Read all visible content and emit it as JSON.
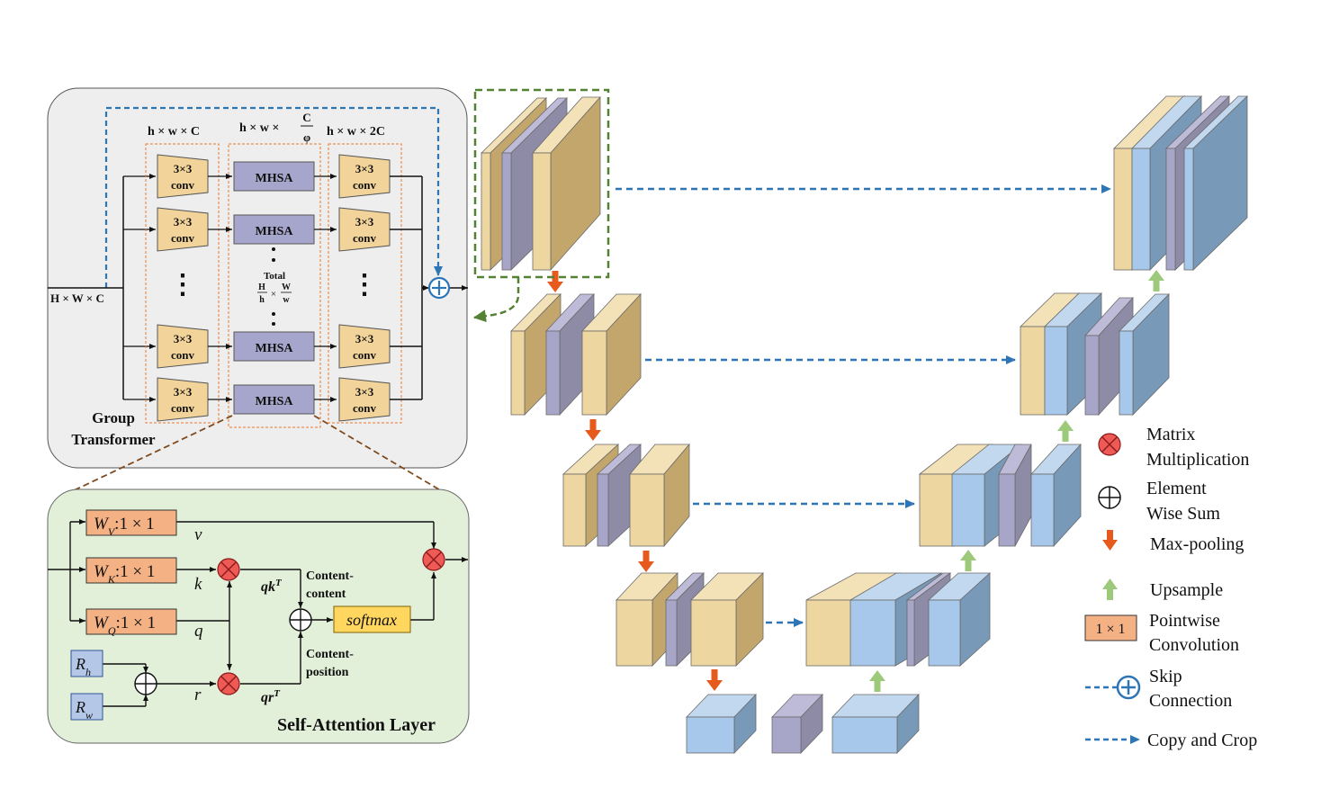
{
  "group_transformer": {
    "title_line1": "Group",
    "title_line2": "Transformer",
    "input_dim": "H × W × C",
    "col1_dim": "h × w × C",
    "col2_dim_prefix": "h × w ×",
    "col2_dim_num": "C",
    "col2_dim_den": "φ",
    "col3_dim": "h × w × 2C",
    "conv_line1": "3×3",
    "conv_line2": "conv",
    "mhsa_label": "MHSA",
    "total_label": "Total",
    "total_h_num": "H",
    "total_h_den": "h",
    "total_times": "×",
    "total_w_num": "W",
    "total_w_den": "w",
    "ellipsis": "⋮"
  },
  "self_attention": {
    "title": "Self-Attention Layer",
    "wv": "W",
    "wv_sub": "V",
    "wk": "W",
    "wk_sub": "K",
    "wq": "W",
    "wq_sub": "Q",
    "kernel": ":1 × 1",
    "rh": "R",
    "rh_sub": "h",
    "rw": "R",
    "rw_sub": "w",
    "v": "v",
    "k": "k",
    "q": "q",
    "r": "r",
    "qk": "qk",
    "qk_sup": "T",
    "qr": "qr",
    "qr_sup": "T",
    "softmax": "softmax",
    "cc_line1": "Content-",
    "cc_line2": "content",
    "cp_line1": "Content-",
    "cp_line2": "position"
  },
  "legend": {
    "matrix_mult_line1": "Matrix",
    "matrix_mult_line2": "Multiplication",
    "elem_sum_line1": "Element",
    "elem_sum_line2": "Wise Sum",
    "maxpool": "Max-pooling",
    "upsample": "Upsample",
    "pointwise_box": "1 × 1",
    "pointwise_line1": "Pointwise",
    "pointwise_line2": "Convolution",
    "skip_line1": "Skip",
    "skip_line2": "Connection",
    "copy_crop": "Copy and Crop"
  },
  "colors": {
    "tan": "#EED6A0",
    "tan_side": "#C3A66C",
    "purple": "#A8A6C8",
    "purple_side": "#8E8BA6",
    "blue": "#A7C8EA",
    "blue_side": "#7899B8",
    "mhsa": "#A6A6CC",
    "conv": "#F2D49A",
    "pointwise": "#F4B183",
    "softmax": "#FFD75E",
    "r_box": "#B4C7E7",
    "mult": "#EE5A55",
    "skip_line": "#2E75B6",
    "crop_box": "#548235",
    "maxpool_arrow": "#E65A1E",
    "upsample_arrow": "#9DC97A",
    "sa_panel": "#E2EFD9",
    "gt_panel": "#EEEEEE"
  }
}
